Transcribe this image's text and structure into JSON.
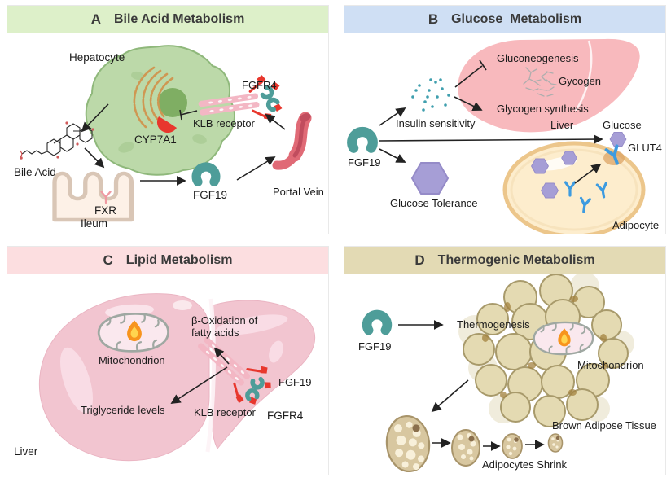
{
  "figure": {
    "panels": {
      "a": {
        "letter": "A",
        "title": "Bile Acid Metabolism",
        "header_color": "#ddf0c9",
        "labels": {
          "hepatocyte": "Hepatocyte",
          "fgfr4": "FGFR4",
          "klb_receptor": "KLB receptor",
          "cyp7a1": "CYP7A1",
          "bile_acid": "Bile Acid",
          "fxr": "FXR",
          "ileum": "Ileum",
          "fgf19": "FGF19",
          "portal_vein": "Portal Vein"
        }
      },
      "b": {
        "letter": "B",
        "title": "Glucose  Metabolism",
        "header_color": "#cfdff4",
        "labels": {
          "gluconeogenesis": "Gluconeogenesis",
          "glycogen": "Gycogen",
          "glycogen_synthesis": "Glycogen synthesis",
          "insulin_sensitivity": "Insulin sensitivity",
          "liver": "Liver",
          "glucose": "Glucose",
          "glut4": "GLUT4",
          "fgf19": "FGF19",
          "glucose_tolerance": "Glucose Tolerance",
          "adipocyte": "Adipocyte"
        }
      },
      "c": {
        "letter": "C",
        "title": "Lipid Metabolism",
        "header_color": "#fcdee0",
        "labels": {
          "mitochondrion": "Mitochondrion",
          "beta_oxidation": "β-Oxidation of fatty acids",
          "triglyceride_levels": "Triglyceride levels",
          "klb_receptor": "KLB receptor",
          "fgf19": "FGF19",
          "fgfr4": "FGFR4",
          "liver": "Liver"
        }
      },
      "d": {
        "letter": "D",
        "title": "Thermogenic Metabolism",
        "header_color": "#e3dab4",
        "labels": {
          "fgf19": "FGF19",
          "thermogenesis": "Thermogenesis",
          "mitochondrion": "Mitochondrion",
          "brown_adipose_tissue": "Brown Adipose Tissue",
          "adipocytes_shrink": "Adipocytes Shrink"
        }
      }
    },
    "colors": {
      "fgf19_teal": "#4e9d99",
      "fgfr4_red": "#e8372d",
      "klb_pink": "#f3b7c4",
      "glucose_purple": "#a69ed6",
      "glut4_blue": "#3d9be0",
      "hepatocyte_green": "#bcd9a9",
      "liver_pink_b": "#f8b9bd",
      "liver_pink_c": "#f2c5d0",
      "adipocyte_cream": "#fdedcd",
      "bat_tan": "#e4dab2",
      "portal_vein_red": "#e06a76",
      "flame_orange": "#f7941d"
    }
  }
}
